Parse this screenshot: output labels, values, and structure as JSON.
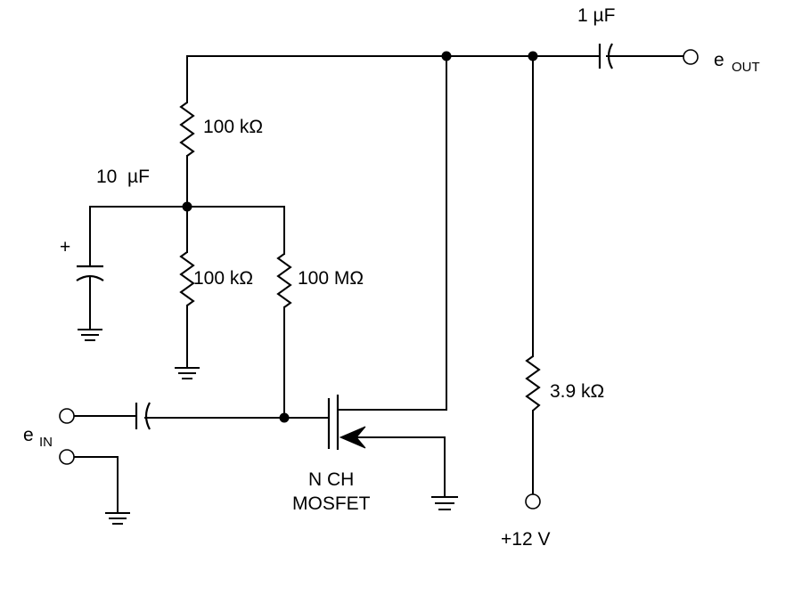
{
  "components": {
    "r_top": "100 kΩ",
    "c_bypass": "10  µF",
    "c_bypass_polarity": "+",
    "r_bias": "100 kΩ",
    "r_gate": "100 MΩ",
    "c_out": "1 µF",
    "r_load": "3.9 kΩ",
    "supply": "+12 V",
    "transistor_line1": "N CH",
    "transistor_line2": "MOSFET"
  },
  "terminals": {
    "out_main": "e",
    "out_sub": "OUT",
    "in_main": "e",
    "in_sub": "IN"
  }
}
